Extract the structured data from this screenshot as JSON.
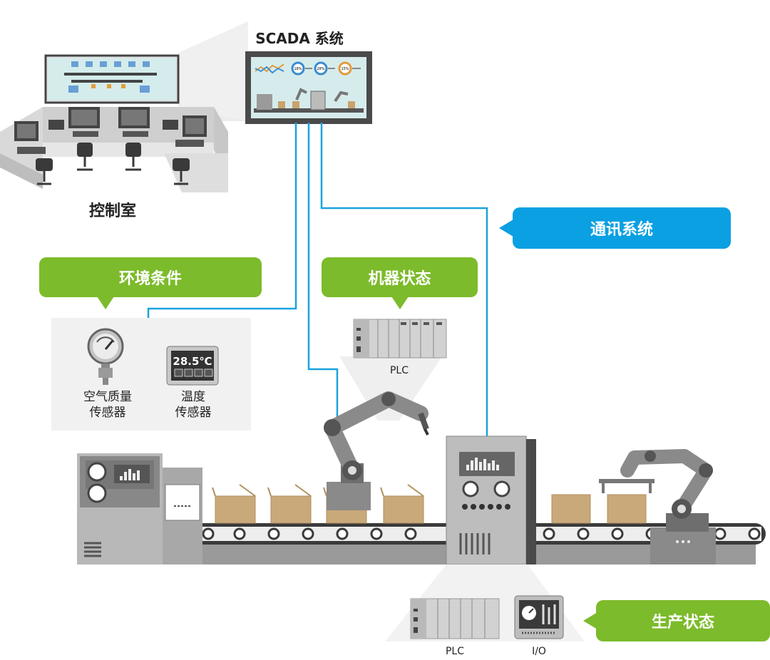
{
  "scada": {
    "title": "SCADA 系统",
    "gauges": [
      "18%",
      "28%",
      "15%"
    ]
  },
  "control_room": {
    "label": "控制室"
  },
  "comm": {
    "label": "通讯系统"
  },
  "env": {
    "label": "环境条件",
    "air_sensor": "空气质量\n传感器",
    "temp_sensor": "温度\n传感器",
    "temp_reading": "28.5℃"
  },
  "machine": {
    "label": "机器状态",
    "plc": "PLC"
  },
  "production": {
    "label": "生产状态",
    "plc": "PLC",
    "io": "I/O"
  },
  "colors": {
    "green": "#7cbb2b",
    "blue": "#0aa0e2",
    "line": "#1aa3dd",
    "gray": "#9a9a9a"
  }
}
